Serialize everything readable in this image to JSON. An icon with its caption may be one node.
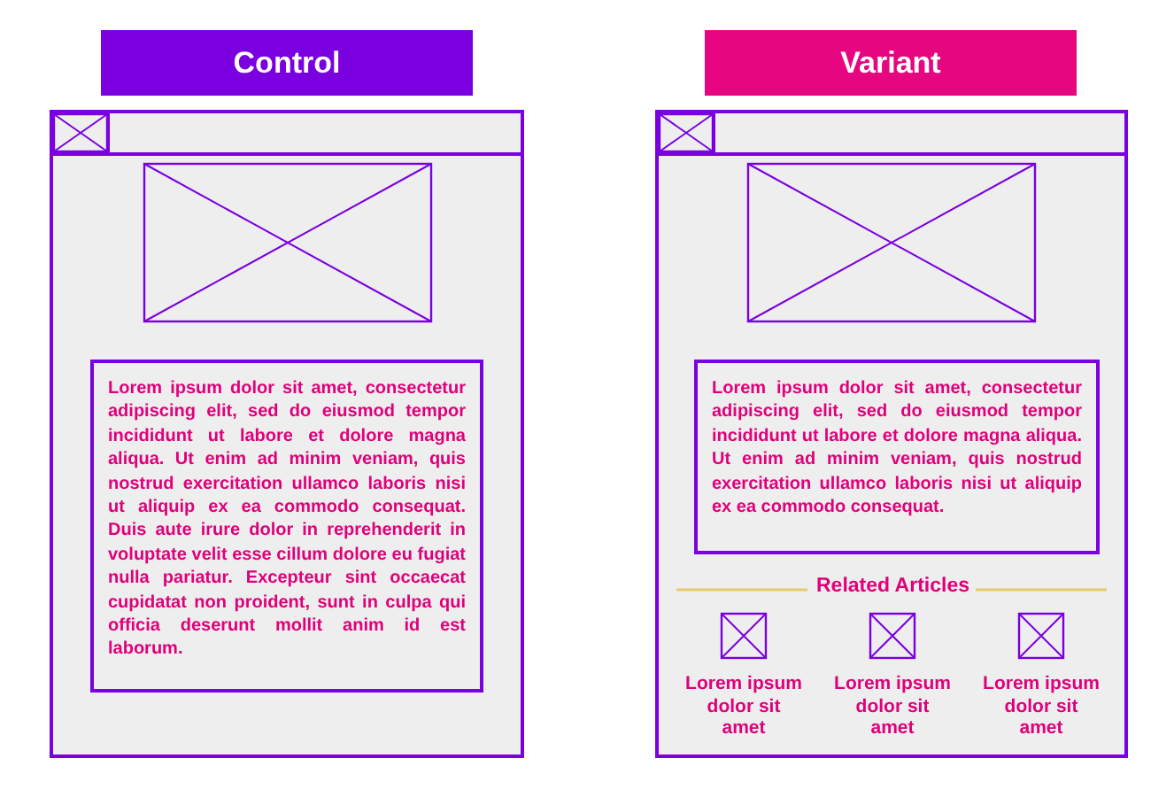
{
  "diagram": {
    "nodes": [
      {
        "text": [
          "Control"
        ]
      },
      {
        "text": [
          "Variant"
        ]
      },
      {
        "text": [],
        "shape": "box"
      },
      {
        "text": [],
        "shape": "box",
        "in": 2
      },
      {
        "text": [
          "Lorem ipsum dolor sit amet, consectetur adipiscing elit, sed do eiusmod tempor incididunt ut labore et dolore magna aliqua. Ut enim ad minim veniam, quis nostrud exercitation ullamco laboris nisi ut aliquip ex ea commodo consequat. Duis aute irure dolor in reprehenderit in voluptate velit esse cillum dolore eu fugiat nulla pariatur. Excepteur sint occaecat cupidatat non proident, sunt in culpa qui officia deserunt mollit anim id est laborum."
        ],
        "in": 2
      },
      {
        "text": [],
        "shape": "box"
      },
      {
        "text": [],
        "shape": "box",
        "in": 5
      },
      {
        "text": [
          "Lorem ipsum dolor sit amet, consectetur adipiscing elit, sed do eiusmod tempor incididunt ut labore et dolore magna aliqua. Ut enim ad minim veniam, quis nostrud exercitation ullamco laboris nisi ut aliquip ex ea commodo consequat."
        ],
        "in": 5
      },
      {
        "text": [
          "Lorem ipsum dolor sit amet"
        ],
        "in": 5
      },
      {
        "text": [
          "Lorem ipsum dolor sit amet"
        ],
        "in": 5
      },
      {
        "text": [
          "Lorem ipsum dolor sit amet"
        ],
        "in": 5
      }
    ],
    "edges": [],
    "labels": [
      "Related Articles"
    ]
  }
}
